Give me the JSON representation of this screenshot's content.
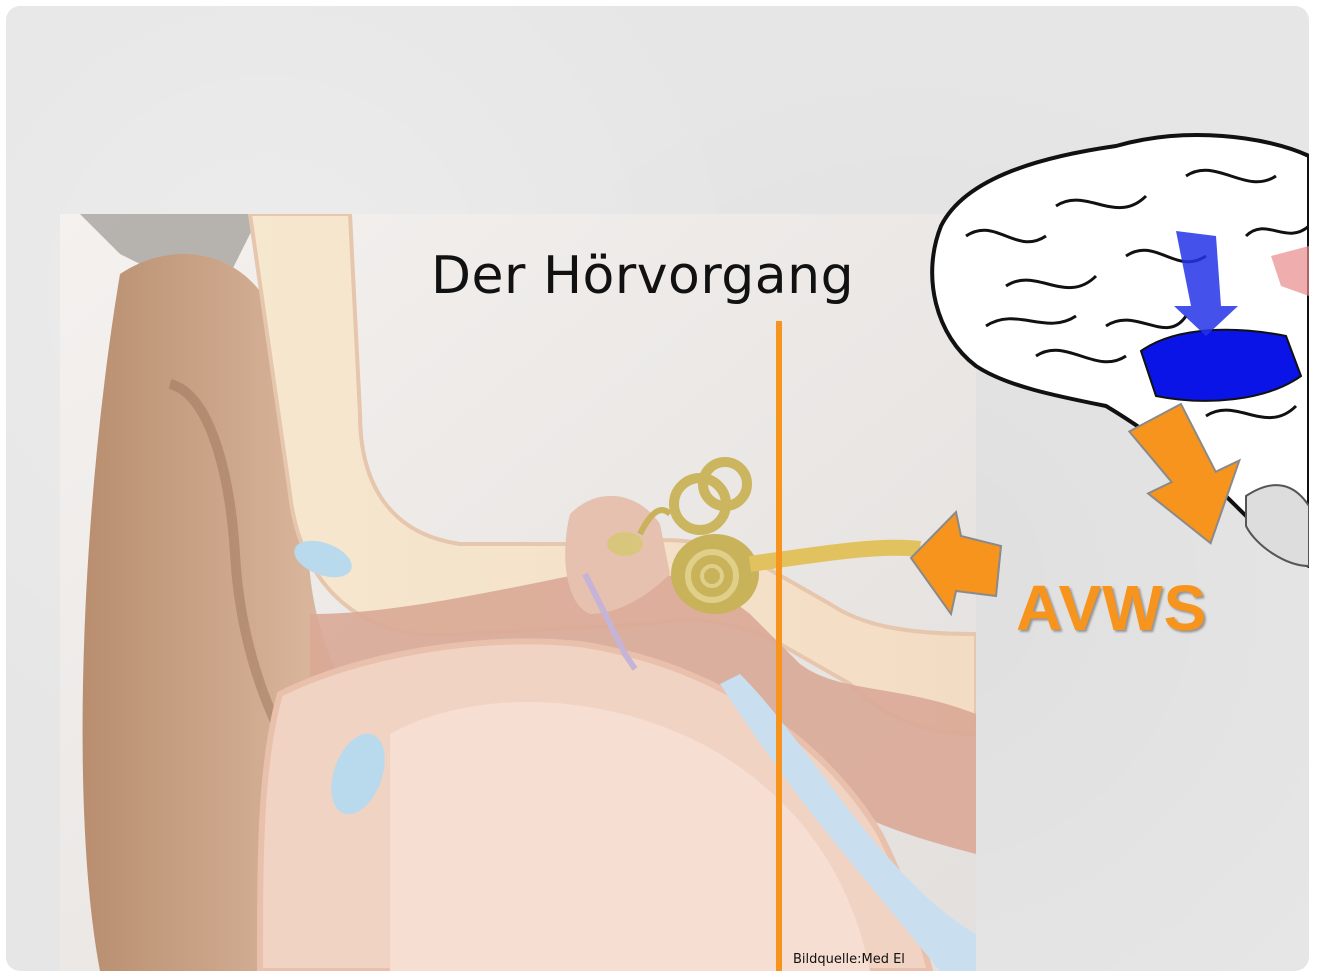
{
  "slide": {
    "title": "Der Hörvorgang",
    "caption": "Bildquelle:Med El",
    "label": "AVWS"
  },
  "icons": [
    "ear-anatomy-illustration",
    "brain-illustration",
    "orange-arrow-icon"
  ],
  "colors": {
    "accent_orange": "#f7941d",
    "auditory_cortex_blue": "#0a14e6",
    "background_gray": "#e6e6e6"
  }
}
